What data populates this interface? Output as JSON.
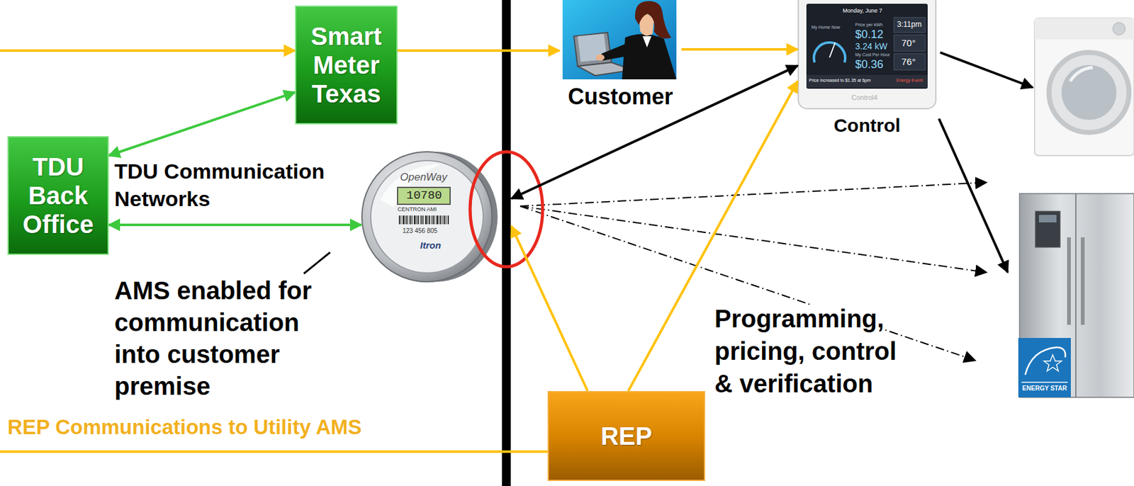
{
  "diagram": {
    "nodes": [
      {
        "text": [
          "Smart Meter Texas"
        ]
      },
      {
        "text": [
          "TDU Back Office"
        ]
      },
      {
        "text": [
          "OpenWay",
          "10780",
          "CENTRON AMI",
          "123 456 805",
          "Itron"
        ]
      },
      {
        "text": [
          "Customer"
        ]
      },
      {
        "text": [
          "Monday, June 7",
          "My Home Now",
          "Price per kWh",
          "$0.12",
          "3.24 kW",
          "My Cost Per Hour",
          "$0.36",
          "3:11pm",
          "70°",
          "76°",
          "Price increased to $1.35 at 6pm",
          "Energy Event",
          "Control4",
          "Control"
        ]
      },
      {
        "text": [
          "REP"
        ]
      }
    ],
    "edges": [
      {
        "from": 5,
        "to": 0,
        "arrow": "to"
      },
      {
        "from": 0,
        "to": 3,
        "arrow": "to"
      },
      {
        "from": 3,
        "to": 4,
        "arrow": "to"
      },
      {
        "from": 1,
        "to": 0,
        "arrow": "both"
      },
      {
        "from": 1,
        "to": 2,
        "arrow": "both"
      },
      {
        "from": 4,
        "to": 2,
        "arrow": "both"
      },
      {
        "from": 5,
        "to": 2,
        "arrow": "to"
      },
      {
        "from": 5,
        "to": 4,
        "arrow": "to"
      }
    ],
    "labels": [
      "TDU Communication Networks",
      "AMS enabled for communication into customer premise",
      "Programming, pricing, control & verification",
      "REP Communications to Utility AMS",
      "ENERGY STAR"
    ]
  }
}
